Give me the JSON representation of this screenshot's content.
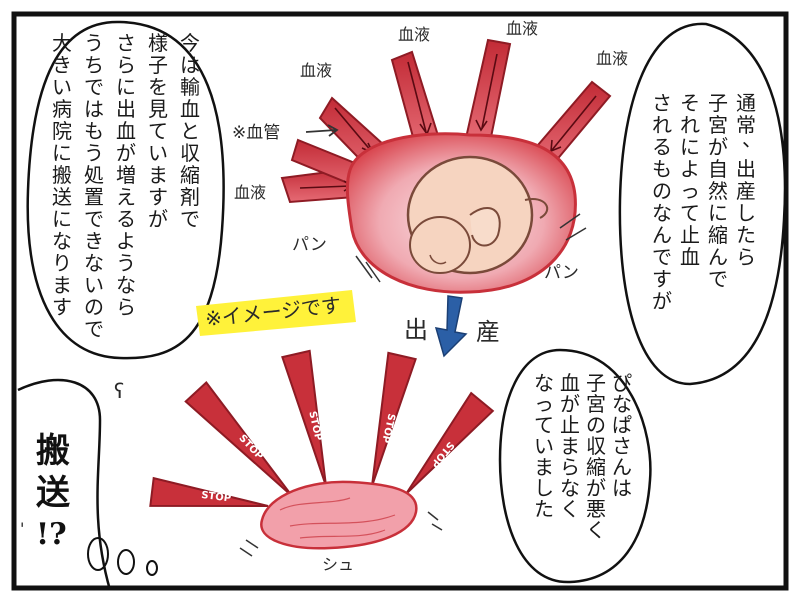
{
  "bubbles": {
    "right_top": [
      "通常、出産したら",
      "子宮が自然に縮んで",
      "それによって止血",
      "されるものなんですが"
    ],
    "left": [
      "今は輸血と収縮剤で",
      "様子を見ていますが",
      "さらに出血が増えるようなら",
      "うちではもう処置できないので",
      "大きい病院に搬送になります"
    ],
    "right_bottom": [
      "ぴなぱさんは",
      "子宮の収縮が悪く",
      "血が止まらなく",
      "なっていました"
    ]
  },
  "labels": {
    "blood": "血液",
    "blood_vessel": "※血管",
    "image_note": "※イメージです",
    "birth_1": "出",
    "birth_2": "産",
    "pon": "パン",
    "shu": "シュ",
    "stop": "STOP",
    "hansou": "搬送!?"
  },
  "colors": {
    "vessel": "#c8303a",
    "vessel_dark": "#8e1b24",
    "uterus": "#f2a8b0",
    "uterus_edge": "#c8303a",
    "baby": "#f6d4c0",
    "highlight": "#fff23a",
    "arrow": "#2b5fa6"
  }
}
